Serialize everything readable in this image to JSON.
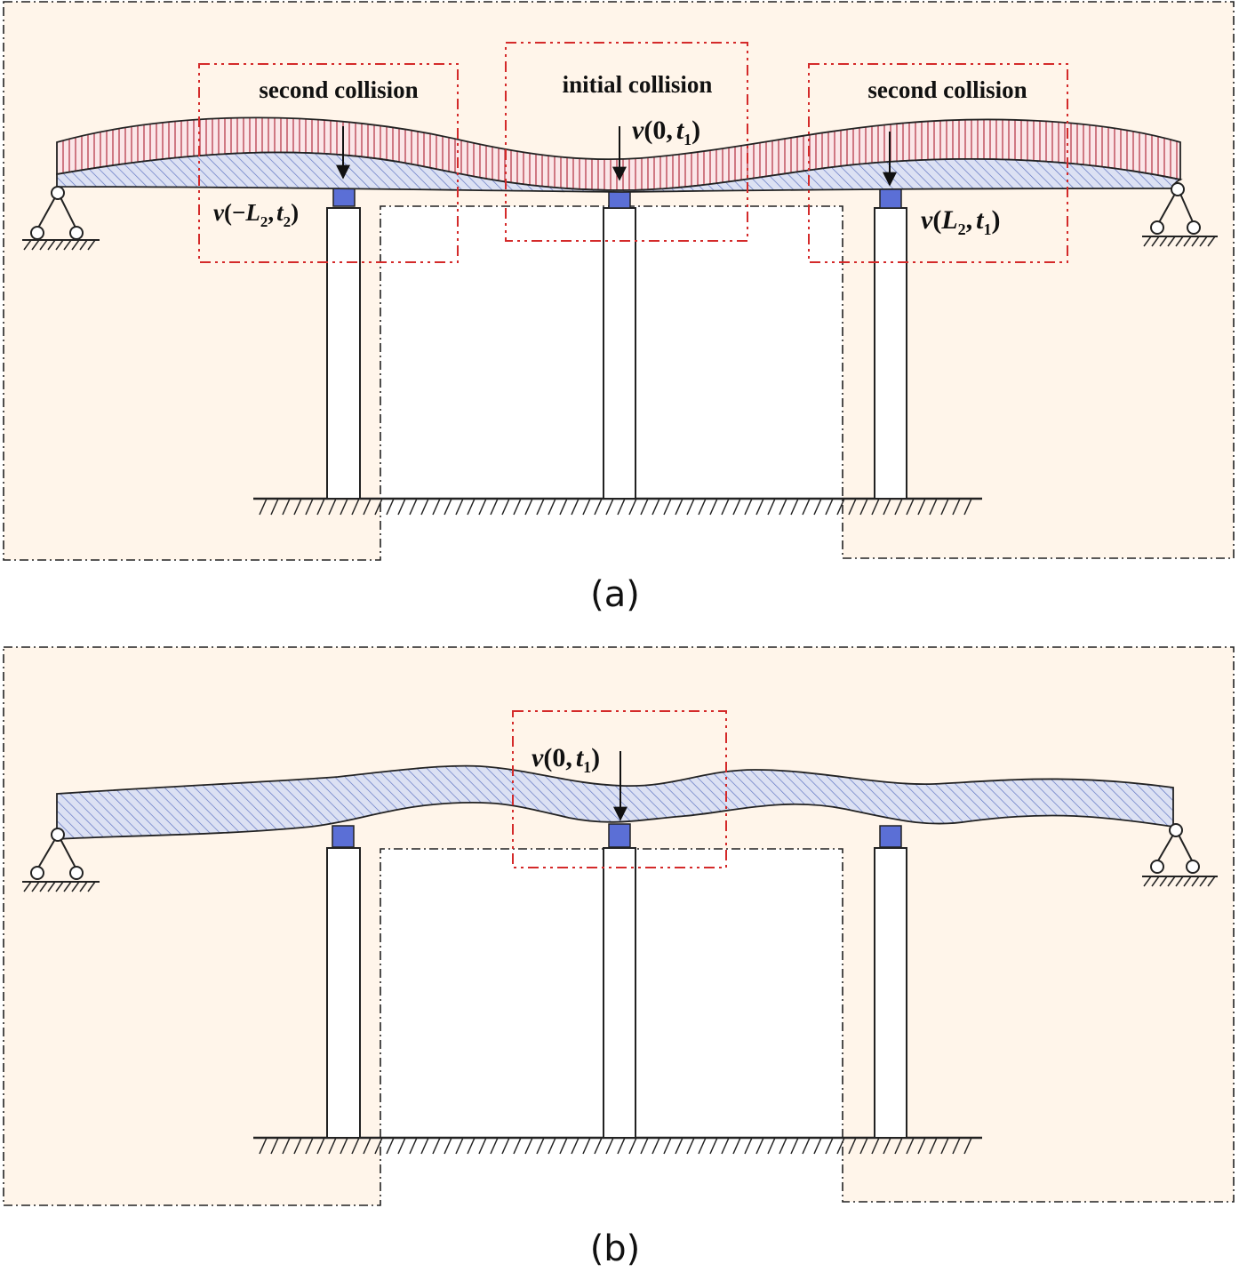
{
  "panel_a": {
    "caption": "(a)",
    "labels": {
      "second_collision_left": "second collision",
      "initial_collision": "initial collision",
      "second_collision_right": "second collision"
    },
    "math": {
      "v_center": {
        "v": "v",
        "open": "(",
        "a": "0",
        "comma": ",",
        "t": "t",
        "sub": "1",
        "close": ")"
      },
      "v_left": {
        "v": "v",
        "open": "(",
        "minus": "−",
        "L": "L",
        "Lsub": "2",
        "comma": ",",
        "t": "t",
        "tsub": "2",
        "close": ")"
      },
      "v_right": {
        "v": "v",
        "open": "(",
        "L": "L",
        "Lsub": "2",
        "comma": ",",
        "t": "t",
        "tsub": "1",
        "close": ")"
      }
    }
  },
  "panel_b": {
    "caption": "(b)",
    "math": {
      "v_center": {
        "v": "v",
        "open": "(",
        "a": "0",
        "comma": ",",
        "t": "t",
        "sub": "1",
        "close": ")"
      }
    }
  },
  "colors": {
    "background_fill": "#fff5ea",
    "deck_hatch": "#5a6fc0",
    "deck_fill": "#d9def2",
    "load_hatch": "#b23040",
    "load_fill": "#f7dadd",
    "bearing": "#5b6fd6",
    "collision_box": "#d42a2a",
    "outline": "#222222"
  }
}
